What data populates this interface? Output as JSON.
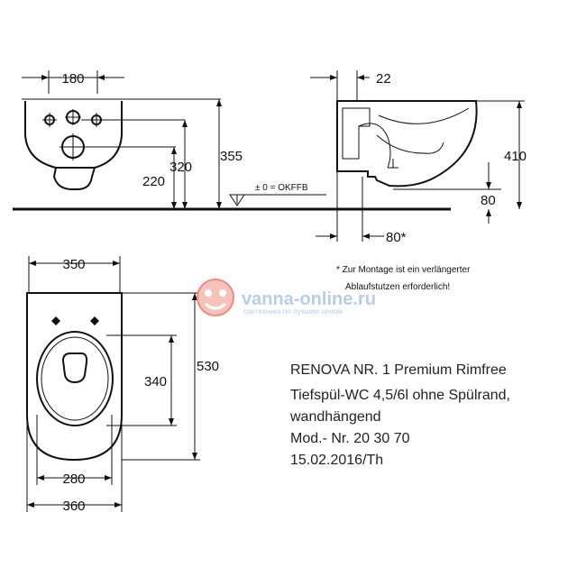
{
  "front_view": {
    "width_label": "180",
    "heights": [
      "355",
      "320",
      "220"
    ]
  },
  "floor_marker": "± 0 = OKFFB",
  "side_view": {
    "top_label": "22",
    "height_label": "410",
    "low_label": "80",
    "bottom_label": "80*"
  },
  "note": {
    "line1": "* Zur Montage ist ein verlängerter",
    "line2": "Ablaufstutzen erforderlich!"
  },
  "top_view": {
    "width_top": "350",
    "length": "530",
    "seat_length": "340",
    "inner_width": "280",
    "outer_width": "360"
  },
  "watermark": {
    "name": "vanna-online.ru",
    "tagline": "сантехника по лучшим ценам"
  },
  "product": {
    "line1": "RENOVA NR. 1 Premium Rimfree",
    "line2": "Tiefspül-WC 4,5/6l ohne Spülrand,",
    "line3": "wandhängend",
    "line4": "Mod.- Nr. 20 30 70",
    "line5": "15.02.2016/Th"
  },
  "colors": {
    "line": "#111111",
    "watermark": "#b8cde8",
    "watermark_logo": "#f08a80"
  }
}
